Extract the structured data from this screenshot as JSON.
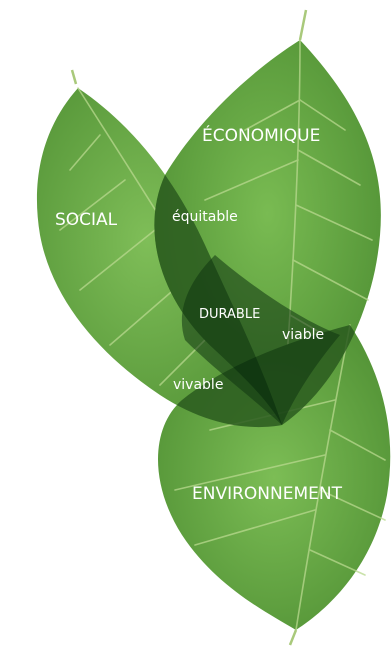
{
  "diagram": {
    "title": "",
    "sets": {
      "social": "SOCIAL",
      "economic": "ÉCONOMIQUE",
      "environmental": "ENVIRONNEMENT"
    },
    "intersections": {
      "social_economic": "équitable",
      "economic_environmental": "viable",
      "social_environmental": "vivable",
      "all_three": "DURABLE"
    },
    "colors": {
      "leaf_light": "#6db24b",
      "leaf_mid": "#5a9a3b",
      "leaf_vein": "#b9d98f",
      "overlap_two": "#2a5a1f",
      "overlap_three": "#143d12",
      "label_text": "#ffffff",
      "background": "#ffffff"
    }
  }
}
